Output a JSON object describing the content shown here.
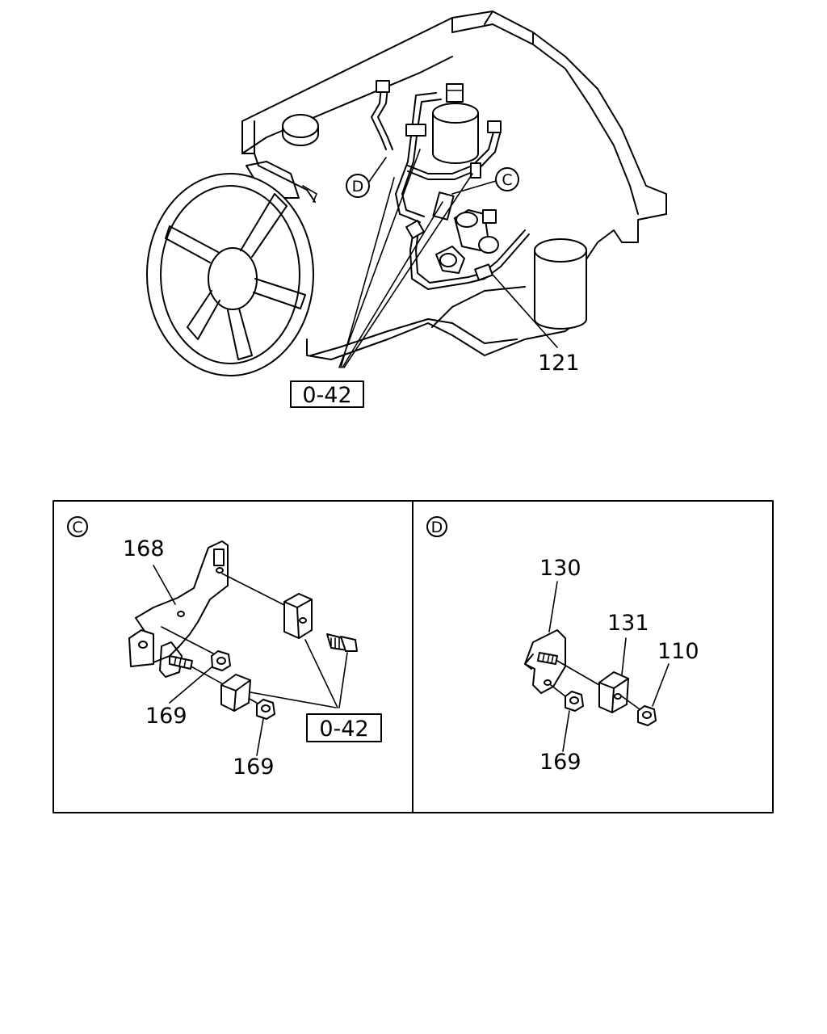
{
  "main_view": {
    "callout_d": "D",
    "callout_c": "C",
    "part_121": "121",
    "ref_box": "0-42"
  },
  "detail_c": {
    "marker": "C",
    "part_168": "168",
    "part_169_a": "169",
    "part_169_b": "169",
    "ref_box": "0-42"
  },
  "detail_d": {
    "marker": "D",
    "part_130": "130",
    "part_131": "131",
    "part_110": "110",
    "part_169": "169"
  }
}
